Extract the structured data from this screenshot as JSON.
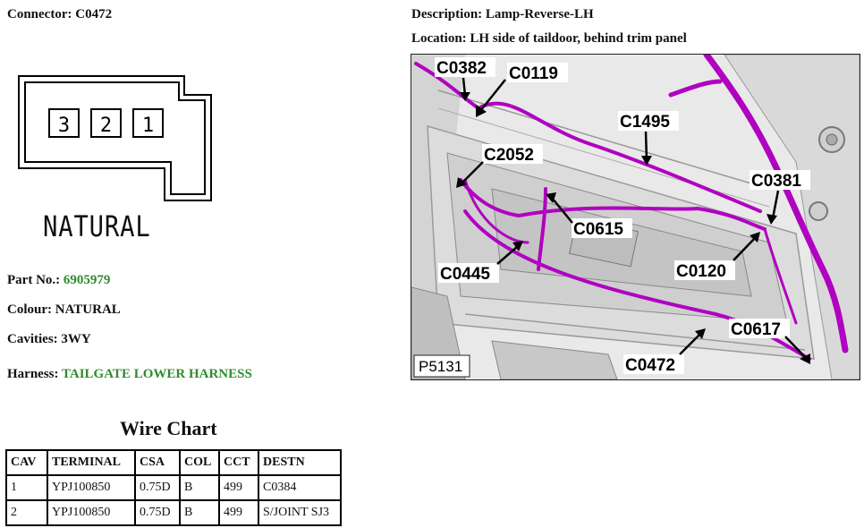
{
  "connector": {
    "label": "Connector:",
    "value": "C0472"
  },
  "description": {
    "label": "Description:",
    "value": "Lamp-Reverse-LH"
  },
  "location": {
    "label": "Location:",
    "value": "LH side of taildoor, behind trim panel"
  },
  "diagram": {
    "cavities": [
      "3",
      "2",
      "1"
    ],
    "colour_text": "NATURAL"
  },
  "part_no": {
    "label": "Part No.:",
    "value": "6905979"
  },
  "colour": {
    "label": "Colour:",
    "value": "NATURAL"
  },
  "cavities_info": {
    "label": "Cavities:",
    "value": "3WY"
  },
  "harness": {
    "label": "Harness:",
    "value": "TAILGATE LOWER HARNESS"
  },
  "wire_chart": {
    "title": "Wire Chart",
    "headers": [
      "CAV",
      "TERMINAL",
      "CSA",
      "COL",
      "CCT",
      "DESTN"
    ],
    "rows": [
      [
        "1",
        "YPJ100850",
        "0.75D",
        "B",
        "499",
        "C0384"
      ],
      [
        "2",
        "YPJ100850",
        "0.75D",
        "B",
        "499",
        "S/JOINT SJ3"
      ]
    ]
  },
  "location_picture": {
    "reference": "P5131",
    "callouts": [
      "C0382",
      "C0119",
      "C1495",
      "C2052",
      "C0381",
      "C0615",
      "C0445",
      "C0120",
      "C0617",
      "C0472"
    ]
  },
  "colors": {
    "accent_green": "#2e8b2e",
    "harness_magenta": "#b000c0"
  }
}
